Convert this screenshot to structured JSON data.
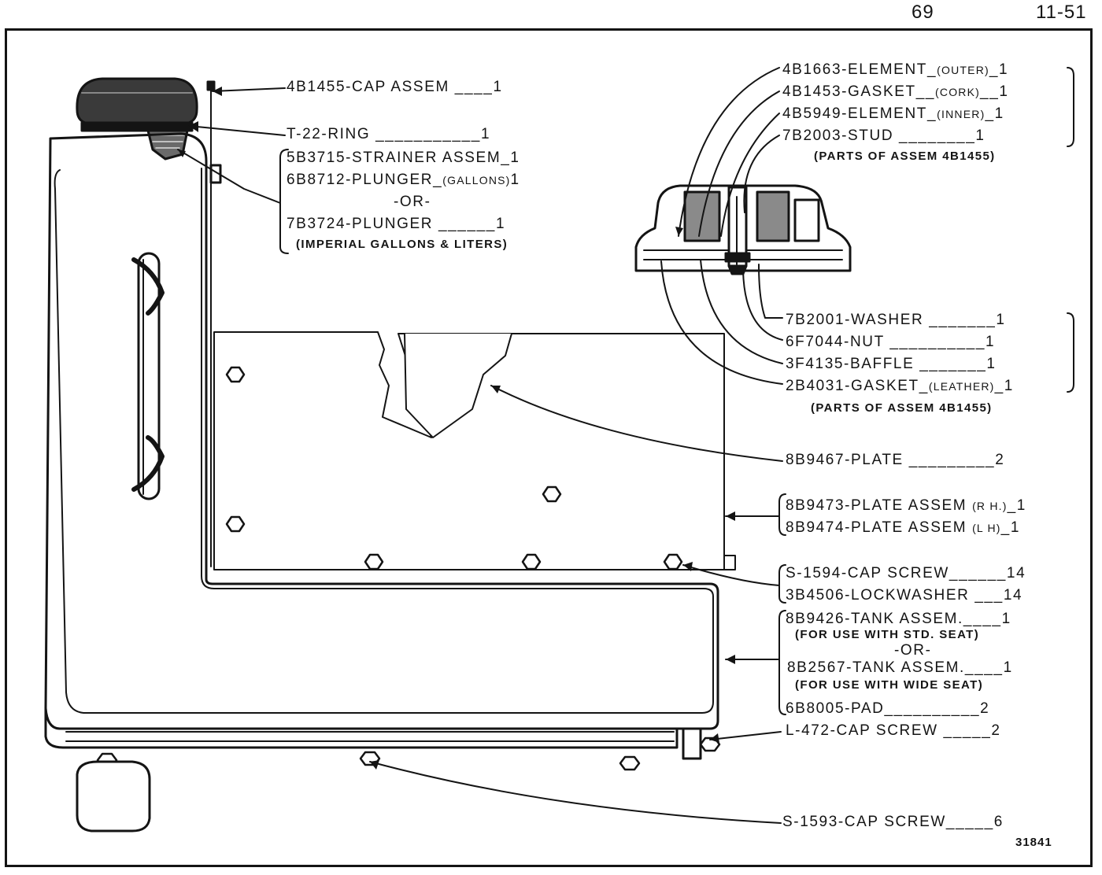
{
  "header": {
    "page": "69",
    "code": "11-51"
  },
  "figure_number": "31841",
  "labels": {
    "cap_assem": "4B1455-CAP ASSEM ____1",
    "ring": "T-22-RING ___________1",
    "strainer": "5B3715-STRAINER ASSEM_1",
    "plunger_gal": "6B8712-PLUNGER_",
    "plunger_gal_note": "(GALLONS)",
    "plunger_gal_qty": "1",
    "or_1": "-OR-",
    "plunger_imp": "7B3724-PLUNGER ______1",
    "plunger_imp_note": "(IMPERIAL GALLONS & LITERS)",
    "element_outer": "4B1663-ELEMENT_",
    "element_outer_note": "(OUTER)",
    "element_outer_qty": "_1",
    "gasket_cork": "4B1453-GASKET__",
    "gasket_cork_note": "(CORK)",
    "gasket_cork_qty": "__1",
    "element_inner": "4B5949-ELEMENT_",
    "element_inner_note": "(INNER)",
    "element_inner_qty": "_1",
    "stud": "7B2003-STUD ________1",
    "parts_of_1": "(PARTS OF ASSEM 4B1455)",
    "washer": "7B2001-WASHER _______1",
    "nut": "6F7044-NUT __________1",
    "baffle": "3F4135-BAFFLE _______1",
    "gasket_leather": "2B4031-GASKET_",
    "gasket_leather_note": "(LEATHER)",
    "gasket_leather_qty": "_1",
    "parts_of_2": "(PARTS OF ASSEM 4B1455)",
    "plate": "8B9467-PLATE _________2",
    "plate_rh": "8B9473-PLATE ASSEM",
    "plate_rh_note": "(R H.)",
    "plate_rh_qty": "_1",
    "plate_lh": "8B9474-PLATE ASSEM",
    "plate_lh_note": "(L H)",
    "plate_lh_qty": "_1",
    "cap_screw_14": "S-1594-CAP SCREW______14",
    "lockwasher": "3B4506-LOCKWASHER ___14",
    "tank_std": "8B9426-TANK ASSEM.____1",
    "tank_std_note": "(FOR USE WITH STD. SEAT)",
    "or_2": "-OR-",
    "tank_wide": "8B2567-TANK ASSEM.____1",
    "tank_wide_note": "(FOR USE WITH WIDE SEAT)",
    "pad": "6B8005-PAD__________2",
    "cap_screw_2": "L-472-CAP SCREW _____2",
    "cap_screw_6": "S-1593-CAP SCREW_____6"
  },
  "colors": {
    "ink": "#141414",
    "paper": "#ffffff"
  }
}
